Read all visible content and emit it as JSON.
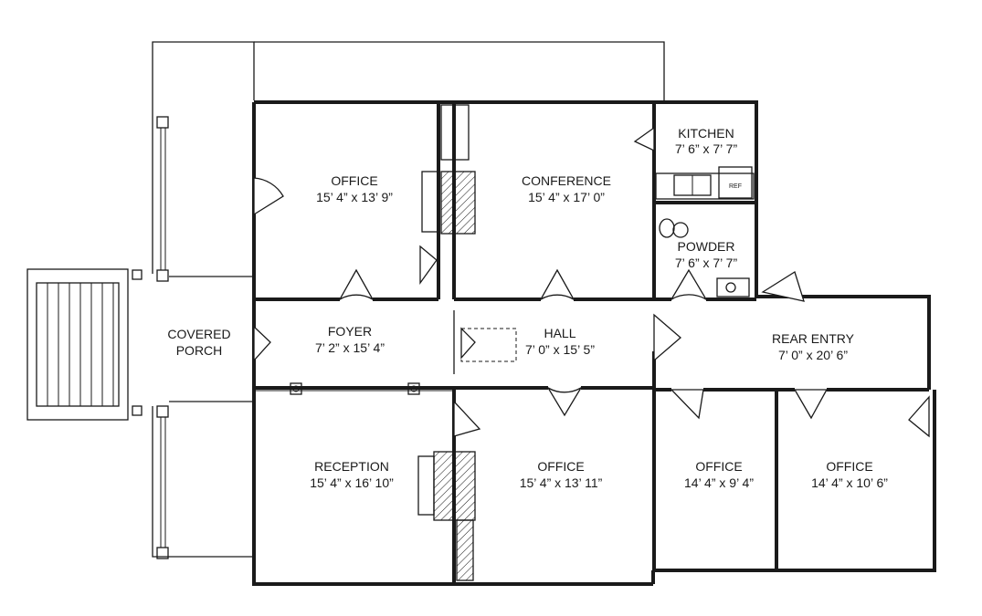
{
  "rooms": {
    "office_top": {
      "name": "OFFICE",
      "size": "15’ 4” x 13’ 9”"
    },
    "conference": {
      "name": "CONFERENCE",
      "size": "15’ 4” x 17’ 0”"
    },
    "kitchen": {
      "name": "KITCHEN",
      "size": "7’ 6” x 7’ 7”"
    },
    "powder": {
      "name": "POWDER",
      "size": "7’ 6” x 7’ 7”"
    },
    "porch": {
      "name_line1": "COVERED",
      "name_line2": "PORCH"
    },
    "foyer": {
      "name": "FOYER",
      "size": "7’ 2” x 15’ 4”"
    },
    "hall": {
      "name": "HALL",
      "size": "7’ 0” x 15’ 5”"
    },
    "rear_entry": {
      "name": "REAR ENTRY",
      "size": "7’ 0” x 20’ 6”"
    },
    "reception": {
      "name": "RECEPTION",
      "size": "15’ 4” x 16’ 10”"
    },
    "office_mid": {
      "name": "OFFICE",
      "size": "15’ 4” x 13’ 11”"
    },
    "office_right1": {
      "name": "OFFICE",
      "size": "14’ 4” x 9’ 4”"
    },
    "office_right2": {
      "name": "OFFICE",
      "size": "14’ 4” x 10’ 6”"
    }
  },
  "fixtures": {
    "refrigerator": "REF"
  }
}
